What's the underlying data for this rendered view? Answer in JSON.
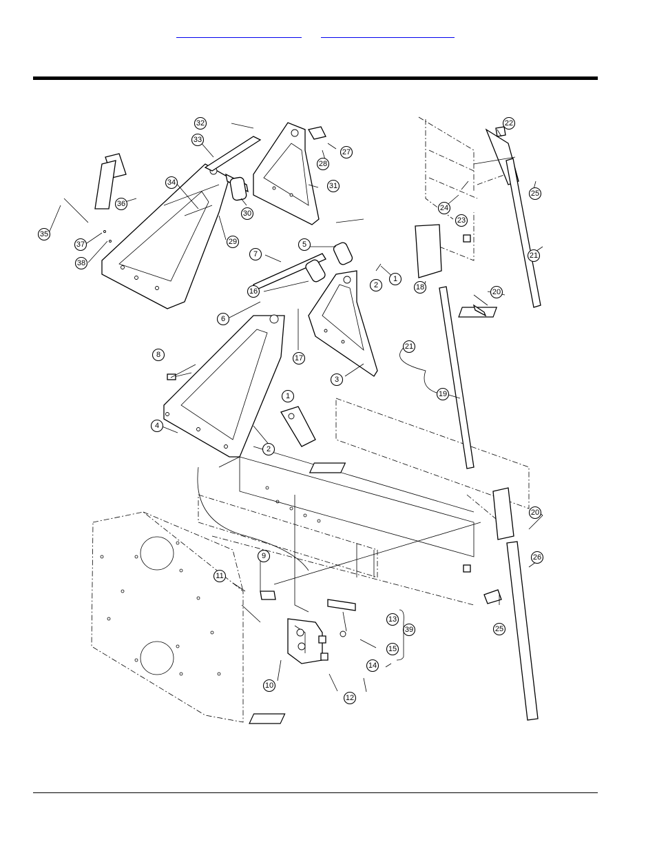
{
  "header": {
    "link_a": "",
    "link_b": ""
  },
  "callouts": [
    {
      "n": "1"
    },
    {
      "n": "1"
    },
    {
      "n": "2"
    },
    {
      "n": "2"
    },
    {
      "n": "3"
    },
    {
      "n": "4"
    },
    {
      "n": "5"
    },
    {
      "n": "6"
    },
    {
      "n": "7"
    },
    {
      "n": "8"
    },
    {
      "n": "9"
    },
    {
      "n": "10"
    },
    {
      "n": "11"
    },
    {
      "n": "12"
    },
    {
      "n": "13"
    },
    {
      "n": "14"
    },
    {
      "n": "15"
    },
    {
      "n": "16"
    },
    {
      "n": "17"
    },
    {
      "n": "18"
    },
    {
      "n": "19"
    },
    {
      "n": "20"
    },
    {
      "n": "20"
    },
    {
      "n": "21"
    },
    {
      "n": "21"
    },
    {
      "n": "22"
    },
    {
      "n": "23"
    },
    {
      "n": "24"
    },
    {
      "n": "25"
    },
    {
      "n": "25"
    },
    {
      "n": "26"
    },
    {
      "n": "27"
    },
    {
      "n": "28"
    },
    {
      "n": "29"
    },
    {
      "n": "30"
    },
    {
      "n": "31"
    },
    {
      "n": "32"
    },
    {
      "n": "33"
    },
    {
      "n": "34"
    },
    {
      "n": "35"
    },
    {
      "n": "36"
    },
    {
      "n": "37"
    },
    {
      "n": "38"
    },
    {
      "n": "39"
    }
  ]
}
